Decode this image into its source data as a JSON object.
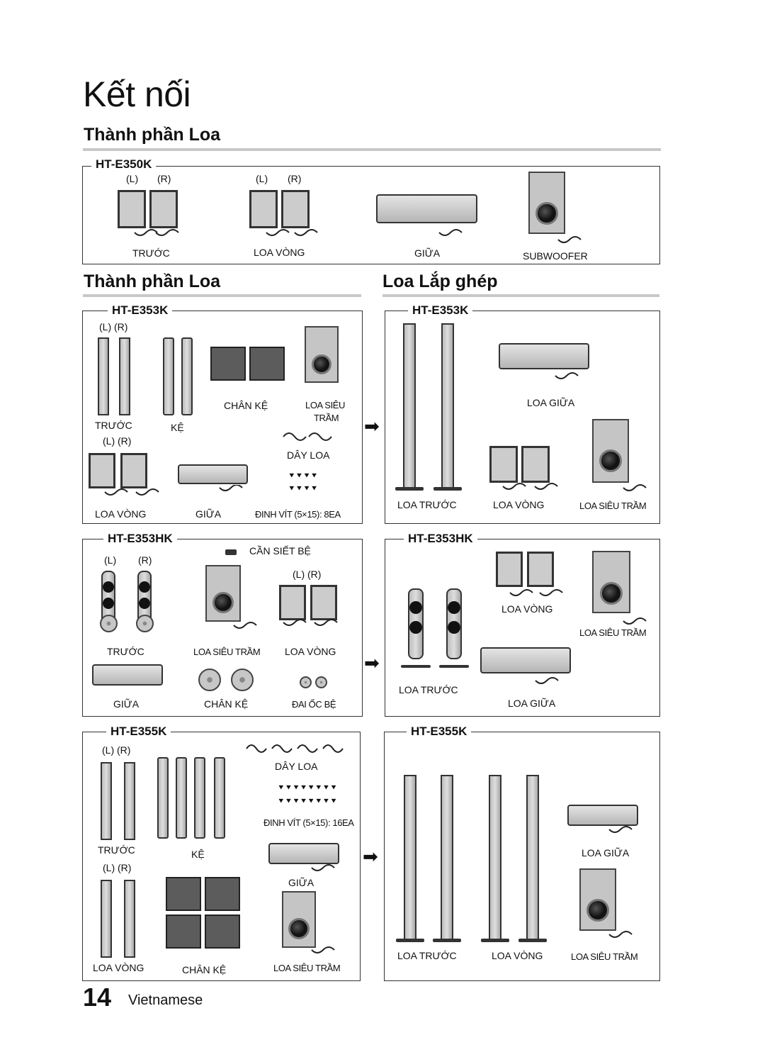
{
  "page_title": "Kết nối",
  "section_components_1": "Thành phần Loa",
  "section_components_2": "Thành phần Loa",
  "section_assembled": "Loa Lắp ghép",
  "lr": {
    "l": "(L)",
    "r": "(R)",
    "pair": "(L)  (R)"
  },
  "ht350": {
    "model": "HT-E350K",
    "front": "TRƯỚC",
    "surround": "LOA VÒNG",
    "center": "GIỮA",
    "subwoofer": "SUBWOOFER"
  },
  "ht353": {
    "model": "HT-E353K",
    "front": "TRƯỚC",
    "stand": "KỆ",
    "stand_base": "CHÂN KỆ",
    "sub_line1": "LOA SIÊU",
    "sub_line2": "TRẦM",
    "wire": "DÂY LOA",
    "surround": "LOA VÒNG",
    "center": "GIỮA",
    "screw": "ĐINH VÍT",
    "screw_qty": "(5×15): 8EA"
  },
  "ht353_assembled": {
    "model": "HT-E353K",
    "center": "LOA GIỮA",
    "front": "LOA TRƯỚC",
    "surround": "LOA VÒNG",
    "sub": "LOA SIÊU TRẦM"
  },
  "ht353h": {
    "model": "HT-E353HK",
    "base_wrench": "CẦN SIẾT BỆ",
    "front": "TRƯỚC",
    "sub": "LOA SIÊU TRẦM",
    "surround": "LOA VÒNG",
    "center": "GIỮA",
    "stand_base": "CHÂN KỆ",
    "base_nut": "ĐAI ỐC BỆ"
  },
  "ht353h_assembled": {
    "model": "HT-E353HK",
    "surround": "LOA VÒNG",
    "sub": "LOA SIÊU TRẦM",
    "front": "LOA TRƯỚC",
    "center": "LOA GIỮA"
  },
  "ht355": {
    "model": "HT-E355K",
    "wire": "DÂY LOA",
    "screw": "ĐINH VÍT",
    "screw_qty": "(5×15): 16EA",
    "front": "TRƯỚC",
    "stand": "KỆ",
    "center": "GIỮA",
    "surround": "LOA VÒNG",
    "stand_base": "CHÂN KỆ",
    "sub": "LOA SIÊU TRẦM"
  },
  "ht355_assembled": {
    "model": "HT-E355K",
    "center": "LOA GIỮA",
    "front": "LOA TRƯỚC",
    "surround": "LOA VÒNG",
    "sub": "LOA SIÊU TRẦM"
  },
  "footer": {
    "page_number": "14",
    "language": "Vietnamese"
  }
}
